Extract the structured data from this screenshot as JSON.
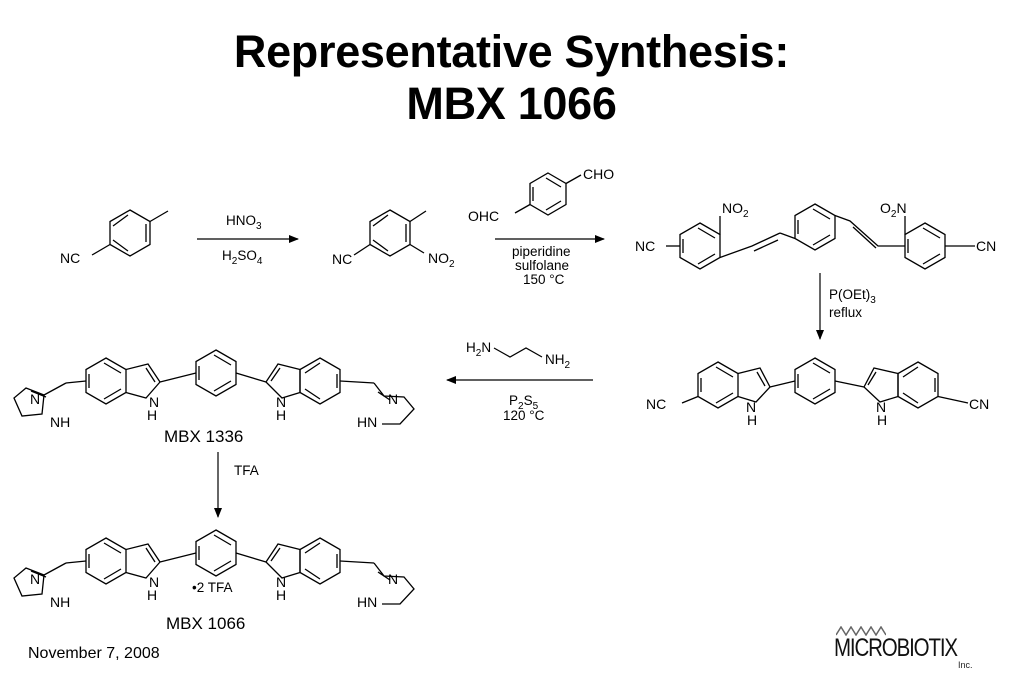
{
  "slide": {
    "title_line1": "Representative Synthesis:",
    "title_line2": "MBX 1066",
    "date": "November 7, 2008"
  },
  "logo": {
    "name": "MICROBIOTIX",
    "suffix": "Inc."
  },
  "scheme": {
    "reagents": {
      "step1_top": "HNO3",
      "step1_bottom": "H2SO4",
      "step2_aldehyde_cho": "CHO",
      "step2_aldehyde_ohc": "OHC",
      "step2_line1": "piperidine",
      "step2_line2": "sulfolane",
      "step2_line3": "150 °C",
      "step3_line1": "P(OEt)3",
      "step3_line2": "reflux",
      "step4_amine": "H2N–CH2CH2–NH2",
      "step4_line2": "P2S5",
      "step4_line3": "120 °C",
      "step5": "TFA"
    },
    "compounds": {
      "mbx1336": "MBX 1336",
      "mbx1066": "MBX 1066",
      "salt": "•2 TFA"
    },
    "atoms": {
      "nc": "NC",
      "cn": "CN",
      "no2": "NO2",
      "o2n": "O2N",
      "nh": "NH",
      "hn": "HN",
      "n": "N",
      "h": "H"
    }
  }
}
